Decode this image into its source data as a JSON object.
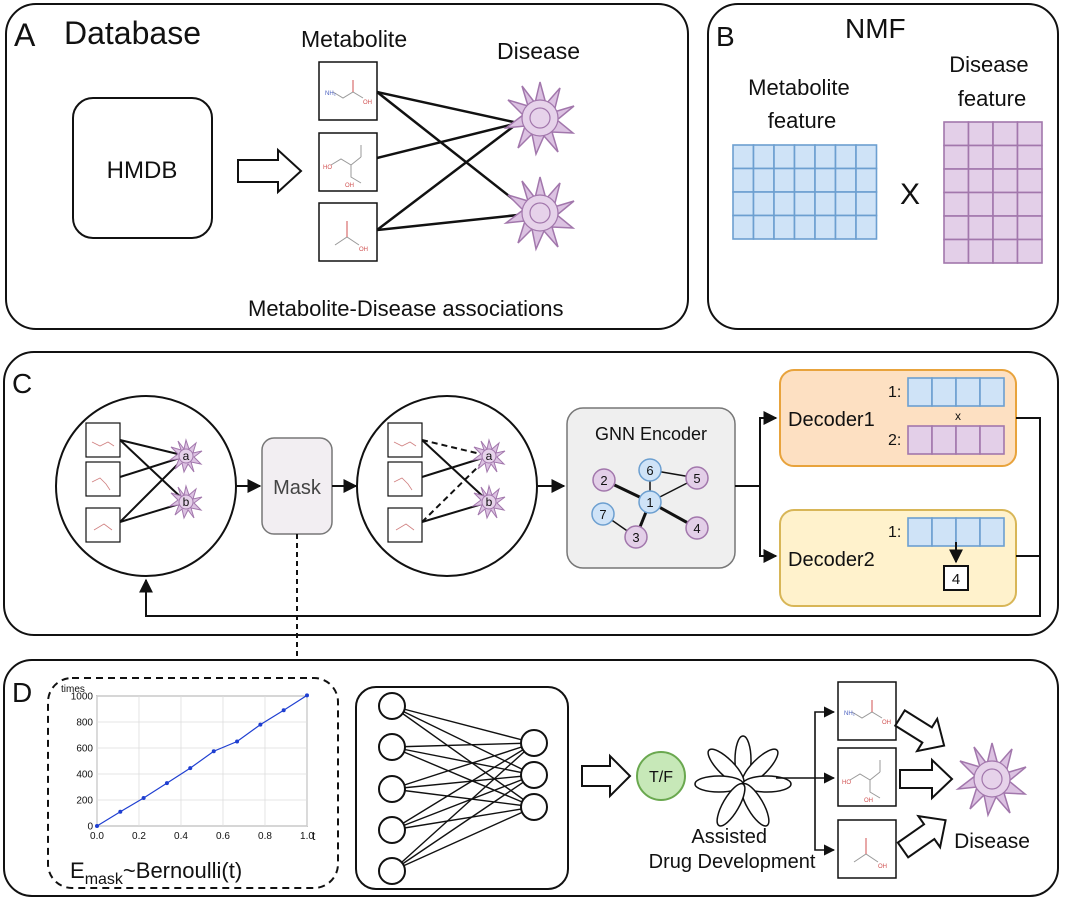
{
  "panels": {
    "a": {
      "letter": "A",
      "title": "Database",
      "metabolite_heading": "Metabolite",
      "disease_heading": "Disease",
      "source_label": "HMDB",
      "caption": "Metabolite-Disease associations"
    },
    "b": {
      "letter": "B",
      "title": "NMF",
      "metabolite_feature_line1": "Metabolite",
      "metabolite_feature_line2": "feature",
      "disease_feature_line1": "Disease",
      "disease_feature_line2": "feature",
      "times_symbol": "X"
    },
    "c": {
      "letter": "C",
      "mask_label": "Mask",
      "node_a": "a",
      "node_b": "b",
      "encoder_title": "GNN Encoder",
      "encoder_nodes": [
        "1",
        "2",
        "3",
        "4",
        "5",
        "6",
        "7"
      ],
      "decoder1_label": "Decoder1",
      "decoder2_label": "Decoder2",
      "row1_label": "1:",
      "row2_label": "2:",
      "product_symbol": "x",
      "output_value": "4"
    },
    "d": {
      "letter": "D",
      "tf_label": "T/F",
      "assisted_line1": "Assisted",
      "assisted_line2": "Drug Development",
      "disease_label": "Disease",
      "formula_main": "E",
      "formula_sub": "mask",
      "formula_rest": "~Bernoulli(t)"
    }
  },
  "colors": {
    "blue_fill": "#cfe3f7",
    "blue_stroke": "#6c9fd0",
    "purple_fill": "#e3cfe8",
    "purple_stroke": "#a277ac",
    "decoder1_fill": "#fde0c2",
    "decoder1_stroke": "#e8a33c",
    "decoder2_fill": "#fff2cc",
    "decoder2_stroke": "#d8b657",
    "mask_fill": "#f2eef2",
    "encoder_fill": "#efefef",
    "tf_fill": "#c7e8b8",
    "tf_stroke": "#6aa84f",
    "plot_line": "#1f3fd1"
  },
  "chart_data": {
    "type": "line",
    "title": "",
    "xlabel": "t",
    "ylabel": "times",
    "x_ticks": [
      "0.0",
      "0.2",
      "0.4",
      "0.6",
      "0.8",
      "1.0"
    ],
    "y_ticks": [
      "0",
      "200",
      "400",
      "600",
      "800",
      "1000"
    ],
    "xlim": [
      0,
      1
    ],
    "ylim": [
      0,
      1000
    ],
    "grid": true,
    "series": [
      {
        "x": [
          0.0,
          0.111,
          0.222,
          0.333,
          0.444,
          0.556,
          0.667,
          0.778,
          0.889,
          1.0
        ],
        "y": [
          0,
          110,
          215,
          330,
          445,
          575,
          650,
          780,
          890,
          1005
        ]
      }
    ]
  }
}
